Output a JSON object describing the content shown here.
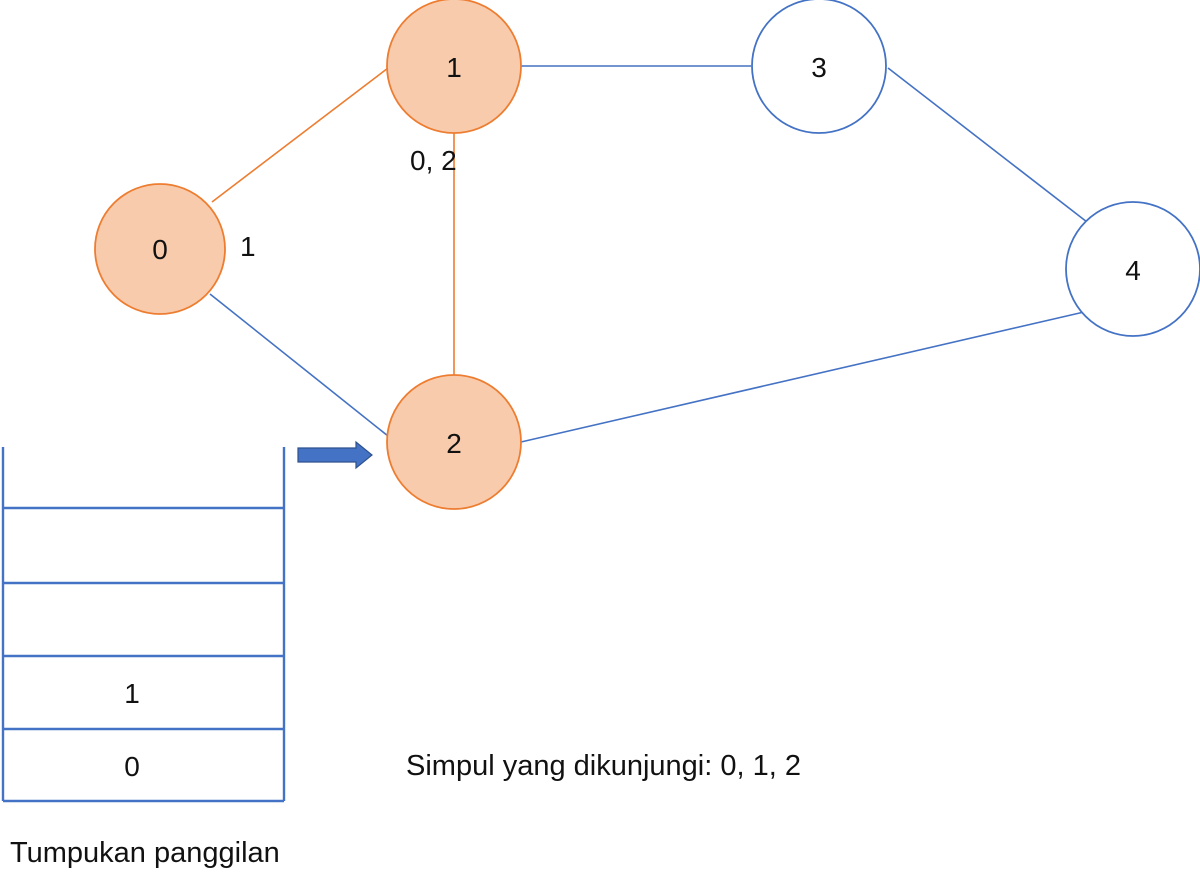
{
  "graph": {
    "colors": {
      "visited_fill": "#f8cbad",
      "visited_stroke": "#ed7d31",
      "unvisited_fill": "#ffffff",
      "unvisited_stroke": "#4472c4",
      "traversed_edge": "#ed7d31",
      "plain_edge": "#4472c4",
      "arrow": "#4472c4"
    },
    "nodes": [
      {
        "id": "0",
        "label": "0",
        "visited": true
      },
      {
        "id": "1",
        "label": "1",
        "visited": true
      },
      {
        "id": "2",
        "label": "2",
        "visited": true
      },
      {
        "id": "3",
        "label": "3",
        "visited": false
      },
      {
        "id": "4",
        "label": "4",
        "visited": false
      }
    ],
    "edges": [
      {
        "from": "0",
        "to": "1",
        "traversed": true
      },
      {
        "from": "0",
        "to": "2",
        "traversed": false
      },
      {
        "from": "1",
        "to": "2",
        "traversed": true
      },
      {
        "from": "1",
        "to": "3",
        "traversed": false
      },
      {
        "from": "3",
        "to": "4",
        "traversed": false
      },
      {
        "from": "2",
        "to": "4",
        "traversed": false
      }
    ],
    "annotations": {
      "node0": "1",
      "node1": "0, 2"
    },
    "current_arrow_target": "2"
  },
  "stack": {
    "caption": "Tumpukan panggilan",
    "slots": [
      "",
      "",
      "",
      "1",
      "0"
    ],
    "stroke": "#4472c4"
  },
  "visited_caption": "Simpul yang dikunjungi: 0, 1, 2"
}
